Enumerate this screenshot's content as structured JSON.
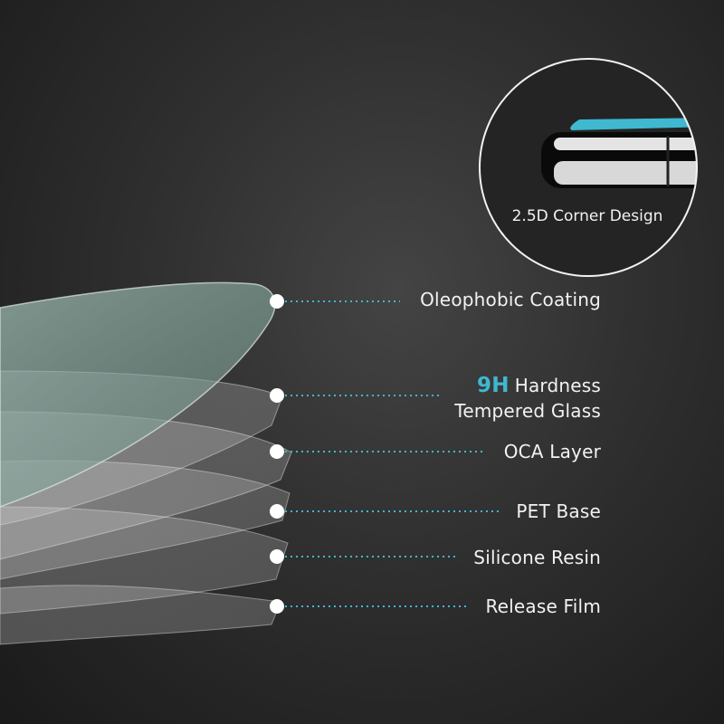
{
  "layers": [
    {
      "id": "oleophobic",
      "label": "Oleophobic Coating"
    },
    {
      "id": "tempered",
      "highlight": "9H",
      "label": "Hardness",
      "label_line2": "Tempered Glass"
    },
    {
      "id": "oca",
      "label": "OCA Layer"
    },
    {
      "id": "pet",
      "label": "PET Base"
    },
    {
      "id": "silicone",
      "label": "Silicone Resin"
    },
    {
      "id": "release",
      "label": "Release Film"
    }
  ],
  "inset": {
    "caption": "2.5D Corner Design"
  },
  "colors": {
    "accent": "#3fb8d0",
    "background": "#2f2f2f",
    "text": "#f2f2f2"
  }
}
